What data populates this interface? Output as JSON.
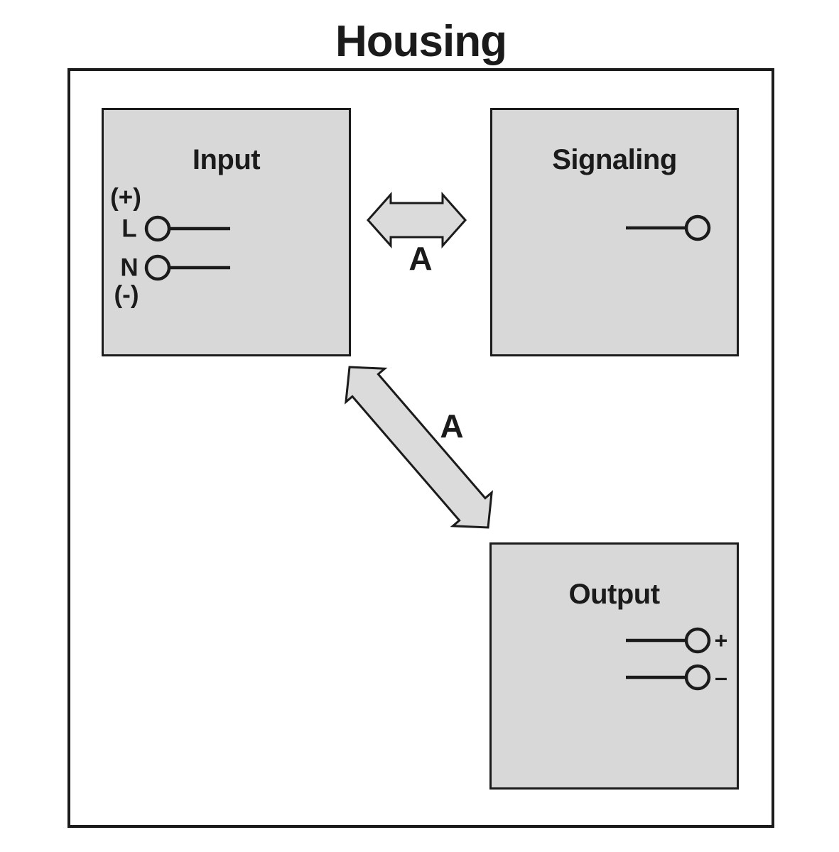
{
  "title": "Housing",
  "boxes": {
    "input": {
      "label": "Input",
      "terminal_labels": {
        "top": "(+)",
        "l": "L",
        "n": "N",
        "bottom": "(-)"
      }
    },
    "signaling": {
      "label": "Signaling"
    },
    "output": {
      "label": "Output",
      "plus": "+",
      "minus": "–"
    }
  },
  "arrows": {
    "input_signaling": {
      "label": "A"
    },
    "input_output": {
      "label": "A"
    }
  },
  "colors": {
    "box_fill": "#d8d8d8",
    "arrow_fill": "#dbdbdb",
    "line": "#1b1b1b",
    "background": "#ffffff"
  }
}
